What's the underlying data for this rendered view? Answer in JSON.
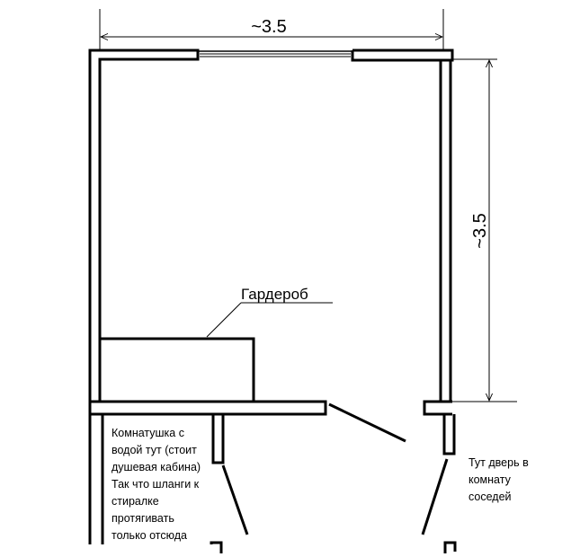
{
  "dimensions": {
    "width_label": "~3.5",
    "height_label": "~3.5"
  },
  "labels": {
    "wardrobe": "Гардероб",
    "water_room": [
      "Комнатушка с",
      "водой тут (стоит",
      "душевая кабина)",
      "Так что шланги к",
      "стиралке",
      "протягивать",
      "только отсюда"
    ],
    "neighbor_door": [
      "Тут дверь в",
      "комнату",
      "соседей"
    ]
  },
  "colors": {
    "line": "#000000",
    "background": "#ffffff"
  }
}
